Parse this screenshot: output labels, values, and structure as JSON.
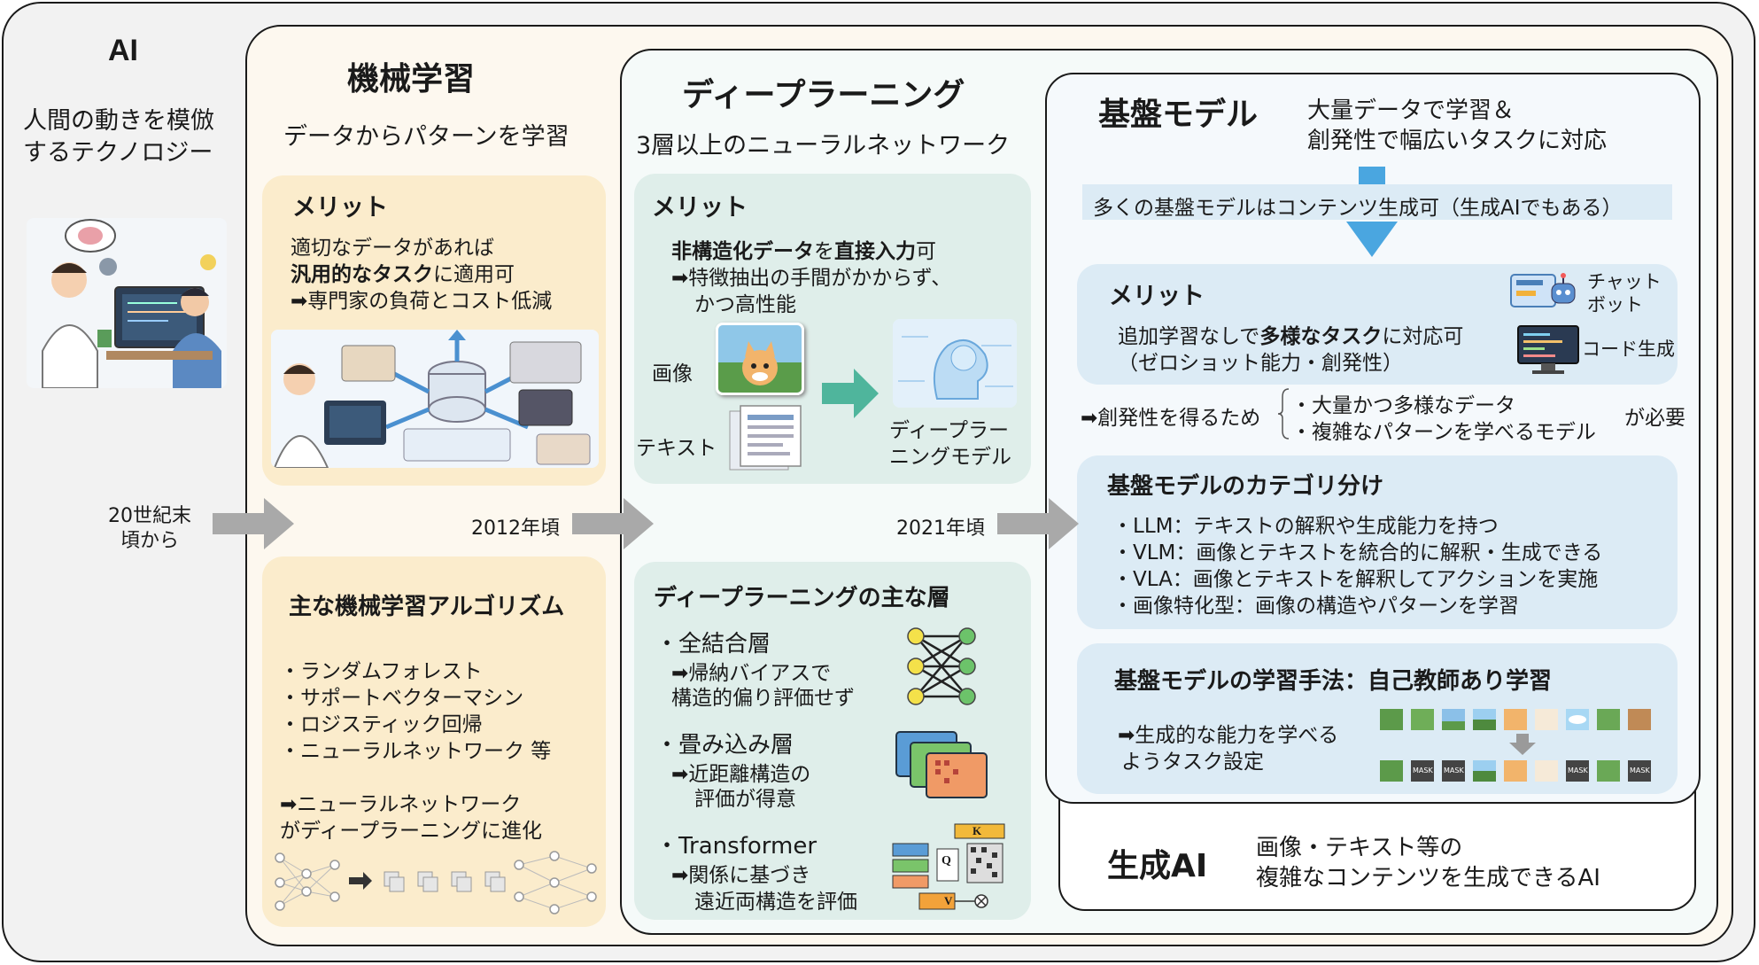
{
  "ai": {
    "title": "AI",
    "desc_line1": "人間の動きを模倣",
    "desc_line2": "するテクノロジー"
  },
  "ml": {
    "title": "機械学習",
    "desc": "データからパターンを学習",
    "merit_title": "メリット",
    "merit_line1": "適切なデータがあれば",
    "merit_line2_bold": "汎用的なタスク",
    "merit_line2_rest": "に適用可",
    "merit_line3": "➡専門家の負荷とコスト低減",
    "algo_title": "主な機械学習アルゴリズム",
    "algo_items": [
      "・ランダムフォレスト",
      "・サポートベクターマシン",
      "・ロジスティック回帰",
      "・ニューラルネットワーク 等"
    ],
    "evolve_line1": "➡ニューラルネットワーク",
    "evolve_line2": "がディープラーニングに進化"
  },
  "dl": {
    "title": "ディープラーニング",
    "desc": "3層以上のニューラルネットワーク",
    "merit_title": "メリット",
    "merit_line1_bold_a": "非構造化データ",
    "merit_line1_mid": "を",
    "merit_line1_bold_b": "直接入力",
    "merit_line1_rest": "可",
    "merit_line2": "➡特徴抽出の手間がかからず、",
    "merit_line3": "かつ高性能",
    "input_image": "画像",
    "input_text": "テキスト",
    "model_line1": "ディープラー",
    "model_line2": "ニングモデル",
    "layers_title": "ディープラーニングの主な層",
    "layer1_name": "・全結合層",
    "layer1_desc1": "➡帰納バイアスで",
    "layer1_desc2": "構造的偏り評価せず",
    "layer2_name": "・畳み込み層",
    "layer2_desc1": "➡近距離構造の",
    "layer2_desc2": "評価が得意",
    "layer3_name": "・Transformer",
    "layer3_desc1": "➡関係に基づき",
    "layer3_desc2": "遠近両構造を評価",
    "attn_k": "K",
    "attn_q": "Q",
    "attn_v": "V"
  },
  "fm": {
    "title": "基盤モデル",
    "desc_line1": "大量データで学習＆",
    "desc_line2": "創発性で幅広いタスクに対応",
    "note": "多くの基盤モデルはコンテンツ生成可（生成AIでもある）",
    "merit_title": "メリット",
    "merit_line1_pre": "追加学習なしで",
    "merit_line1_bold": "多様なタスク",
    "merit_line1_rest": "に対応可",
    "merit_line2": "（ゼロショット能力・創発性）",
    "chatbot_line1": "チャット",
    "chatbot_line2": "ボット",
    "codegen": "コード生成",
    "emergence_pre": "➡創発性を得るため",
    "emergence_item1": "・大量かつ多様なデータ",
    "emergence_item2": "・複雑なパターンを学べるモデル",
    "emergence_post": "が必要",
    "cat_title": "基盤モデルのカテゴリ分け",
    "cat_items": [
      "・LLM：テキストの解釈や生成能力を持つ",
      "・VLM：画像とテキストを統合的に解釈・生成できる",
      "・VLA：画像とテキストを解釈してアクションを実施",
      "・画像特化型：画像の構造やパターンを学習"
    ],
    "train_title": "基盤モデルの学習手法：自己教師あり学習",
    "train_line1": "➡生成的な能力を学べる",
    "train_line2": "ようタスク設定",
    "mask_label": "MASK"
  },
  "genai": {
    "title": "生成AI",
    "desc_line1": "画像・テキスト等の",
    "desc_line2": "複雑なコンテンツを生成できるAI"
  },
  "timeline": {
    "t1_line1": "20世紀末",
    "t1_line2": "頃から",
    "t2": "2012年頃",
    "t3": "2021年頃"
  },
  "colors": {
    "ml_panel": "#fbeccc",
    "dl_panel": "#dfeeea",
    "fm_panel": "#dcebf5",
    "arrow_gray": "#a9a9a9",
    "arrow_teal": "#4fb59c",
    "arrow_blue": "#4aa6e0"
  }
}
